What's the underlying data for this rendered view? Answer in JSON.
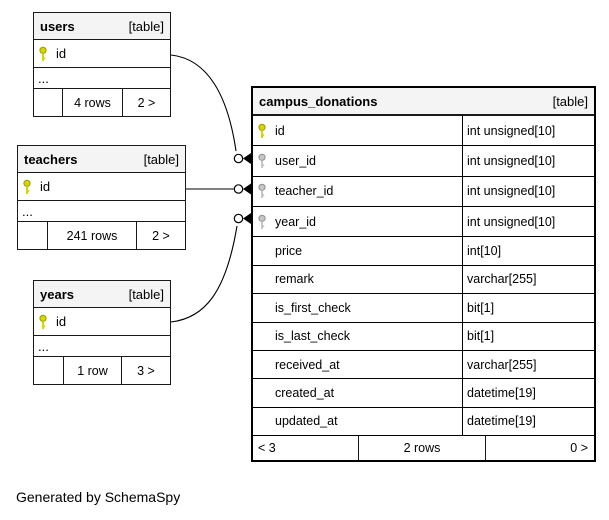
{
  "credit": "Generated by SchemaSpy",
  "colors": {
    "primary_key": "#d6d600",
    "foreign_key": "#c6c6c6",
    "header_bg": "#f4f4f4",
    "border": "#000000"
  },
  "tables": {
    "users": {
      "name": "users",
      "badge": "[table]",
      "columns": [
        {
          "name": "id",
          "key": "pk"
        }
      ],
      "ellipsis": "...",
      "footer": {
        "rows": "4 rows",
        "related": "2 >"
      }
    },
    "teachers": {
      "name": "teachers",
      "badge": "[table]",
      "columns": [
        {
          "name": "id",
          "key": "pk"
        }
      ],
      "ellipsis": "...",
      "footer": {
        "rows": "241 rows",
        "related": "2 >"
      }
    },
    "years": {
      "name": "years",
      "badge": "[table]",
      "columns": [
        {
          "name": "id",
          "key": "pk"
        }
      ],
      "ellipsis": "...",
      "footer": {
        "rows": "1 row",
        "related": "3 >"
      }
    },
    "campus_donations": {
      "name": "campus_donations",
      "badge": "[table]",
      "columns": [
        {
          "name": "id",
          "type": "int unsigned[10]",
          "key": "pk"
        },
        {
          "name": "user_id",
          "type": "int unsigned[10]",
          "key": "fk"
        },
        {
          "name": "teacher_id",
          "type": "int unsigned[10]",
          "key": "fk"
        },
        {
          "name": "year_id",
          "type": "int unsigned[10]",
          "key": "fk"
        },
        {
          "name": "price",
          "type": "int[10]",
          "key": ""
        },
        {
          "name": "remark",
          "type": "varchar[255]",
          "key": ""
        },
        {
          "name": "is_first_check",
          "type": "bit[1]",
          "key": ""
        },
        {
          "name": "is_last_check",
          "type": "bit[1]",
          "key": ""
        },
        {
          "name": "received_at",
          "type": "varchar[255]",
          "key": ""
        },
        {
          "name": "created_at",
          "type": "datetime[19]",
          "key": ""
        },
        {
          "name": "updated_at",
          "type": "datetime[19]",
          "key": ""
        }
      ],
      "footer": {
        "parents": "< 3",
        "rows": "2 rows",
        "children": "0 >"
      }
    }
  },
  "relationships": [
    {
      "from": "users.id",
      "to": "campus_donations.user_id"
    },
    {
      "from": "teachers.id",
      "to": "campus_donations.teacher_id"
    },
    {
      "from": "years.id",
      "to": "campus_donations.year_id"
    }
  ]
}
